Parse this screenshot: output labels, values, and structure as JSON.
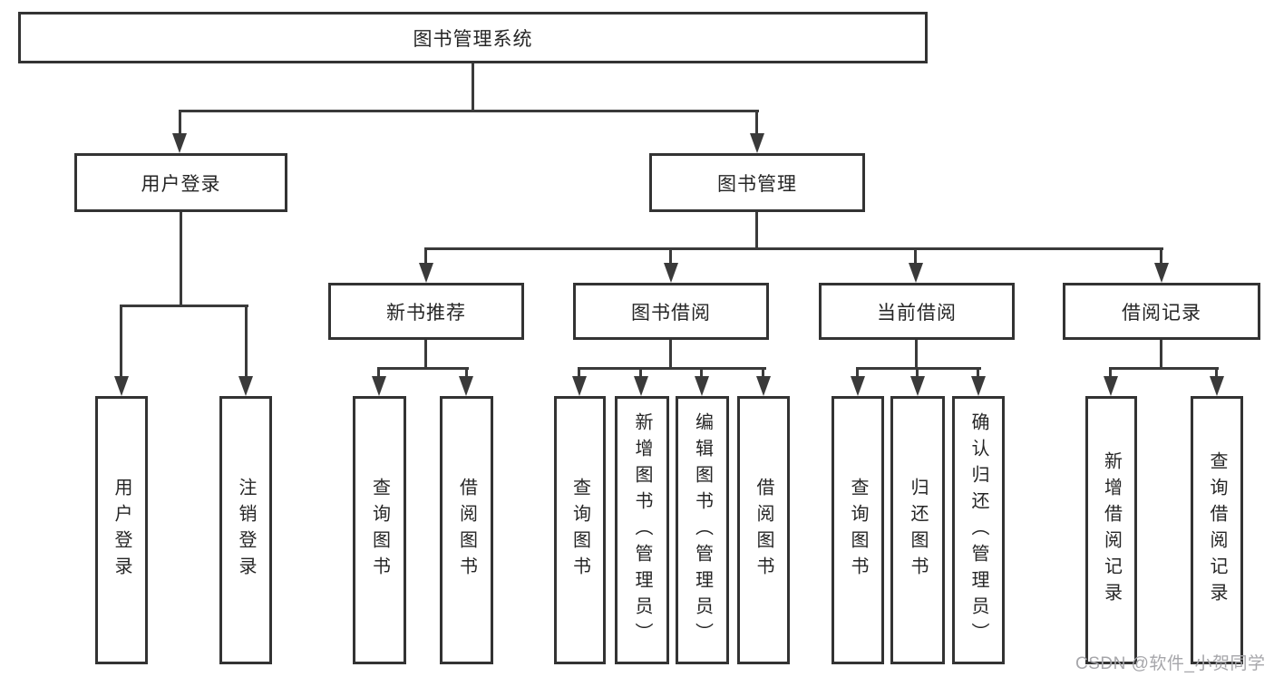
{
  "colors": {
    "line": "#3a3a3a",
    "box_border": "#333333",
    "text": "#262626",
    "background": "#ffffff",
    "watermark": "#a6a6aa"
  },
  "tree": {
    "root": {
      "label": "图书管理系统"
    },
    "level2": [
      {
        "label": "用户登录"
      },
      {
        "label": "图书管理"
      }
    ],
    "level3": [
      {
        "label": "新书推荐"
      },
      {
        "label": "图书借阅"
      },
      {
        "label": "当前借阅"
      },
      {
        "label": "借阅记录"
      }
    ],
    "leaves": {
      "user_login": [
        "用户登录",
        "注销登录"
      ],
      "new_book_recommend": [
        "查询图书",
        "借阅图书"
      ],
      "book_borrow": [
        "查询图书",
        "新增图书（管理员）",
        "编辑图书（管理员）",
        "借阅图书"
      ],
      "current_borrow": [
        "查询图书",
        "归还图书",
        "确认归还（管理员）"
      ],
      "borrow_records": [
        "新增借阅记录",
        "查询借阅记录"
      ]
    }
  },
  "watermark": {
    "text": "CSDN @软件_小贺同学"
  }
}
